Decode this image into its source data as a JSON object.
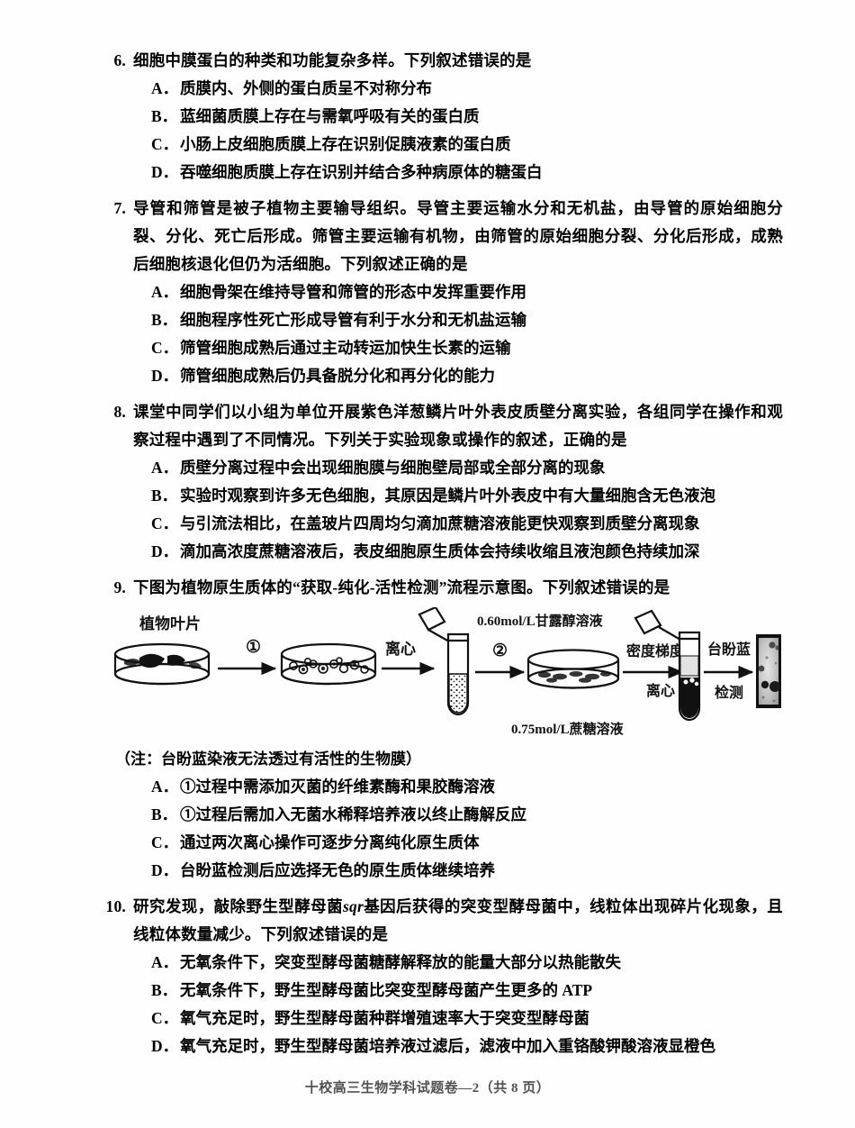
{
  "page": {
    "footer": "十校高三生物学科试题卷—2（共 8 页）"
  },
  "questions": [
    {
      "number": "6.",
      "stem": "细胞中膜蛋白的种类和功能复杂多样。下列叙述错误的是",
      "options": [
        {
          "letter": "A．",
          "text": "质膜内、外侧的蛋白质呈不对称分布"
        },
        {
          "letter": "B．",
          "text": "蓝细菌质膜上存在与需氧呼吸有关的蛋白质"
        },
        {
          "letter": "C．",
          "text": "小肠上皮细胞质膜上存在识别促胰液素的蛋白质"
        },
        {
          "letter": "D．",
          "text": "吞噬细胞质膜上存在识别并结合多种病原体的糖蛋白"
        }
      ]
    },
    {
      "number": "7.",
      "stem": "导管和筛管是被子植物主要输导组织。导管主要运输水分和无机盐，由导管的原始细胞分裂、分化、死亡后形成。筛管主要运输有机物，由筛管的原始细胞分裂、分化后形成，成熟后细胞核退化但仍为活细胞。下列叙述正确的是",
      "options": [
        {
          "letter": "A．",
          "text": "细胞骨架在维持导管和筛管的形态中发挥重要作用"
        },
        {
          "letter": "B．",
          "text": "细胞程序性死亡形成导管有利于水分和无机盐运输"
        },
        {
          "letter": "C．",
          "text": "筛管细胞成熟后通过主动转运加快生长素的运输"
        },
        {
          "letter": "D．",
          "text": "筛管细胞成熟后仍具备脱分化和再分化的能力"
        }
      ]
    },
    {
      "number": "8.",
      "stem": "课堂中同学们以小组为单位开展紫色洋葱鳞片叶外表皮质壁分离实验，各组同学在操作和观察过程中遇到了不同情况。下列关于实验现象或操作的叙述，正确的是",
      "options": [
        {
          "letter": "A．",
          "text": "质壁分离过程中会出现细胞膜与细胞壁局部或全部分离的现象"
        },
        {
          "letter": "B．",
          "text": "实验时观察到许多无色细胞，其原因是鳞片叶外表皮中有大量细胞含无色液泡"
        },
        {
          "letter": "C．",
          "text": "与引流法相比，在盖玻片四周均匀滴加蔗糖溶液能更快观察到质壁分离现象"
        },
        {
          "letter": "D．",
          "text": "滴加高浓度蔗糖溶液后，表皮细胞原生质体会持续收缩且液泡颜色持续加深"
        }
      ]
    },
    {
      "number": "9.",
      "stem": "下图为植物原生质体的“获取-纯化-活性检测”流程示意图。下列叙述错误的是",
      "note": "（注：台盼蓝染液无法透过有活性的生物膜）",
      "options": [
        {
          "letter": "A．",
          "text": "①过程中需添加灭菌的纤维素酶和果胶酶溶液"
        },
        {
          "letter": "B．",
          "text": "①过程后需加入无菌水稀释培养液以终止酶解反应"
        },
        {
          "letter": "C．",
          "text": "通过两次离心操作可逐步分离纯化原生质体"
        },
        {
          "letter": "D．",
          "text": "台盼蓝检测后应选择无色的原生质体继续培养"
        }
      ]
    },
    {
      "number": "10.",
      "stem_parts": {
        "before": "研究发现，敲除野生型酵母菌",
        "gene": "sqr",
        "after": "基因后获得的突变型酵母菌中，线粒体出现碎片化现象，且线粒体数量减少。下列叙述错误的是"
      },
      "options": [
        {
          "letter": "A．",
          "text": "无氧条件下，突变型酵母菌糖酵解释放的能量大部分以热能散失"
        },
        {
          "letter": "B．",
          "text": "无氧条件下，野生型酵母菌比突变型酵母菌产生更多的 ATP"
        },
        {
          "letter": "C．",
          "text": "氧气充足时，野生型酵母菌种群增殖速率大于突变型酵母菌"
        },
        {
          "letter": "D．",
          "text": "氧气充足时，野生型酵母菌培养液过滤后，滤液中加入重铬酸钾酸溶液显橙色"
        }
      ]
    }
  ],
  "figure": {
    "labels": {
      "plant_leaf": "植物叶片",
      "step1": "①",
      "centrifuge1": "离心",
      "step2": "②",
      "mannitol": "0.60mol/L甘露醇溶液",
      "sucrose": "0.75mol/L蔗糖溶液",
      "density_gradient": "密度梯度",
      "centrifuge2": "离心",
      "trypan_blue_1": "台盼蓝",
      "trypan_blue_2": "检测"
    },
    "colors": {
      "ink": "#111111",
      "micrograph_bg": "#c9c9c9"
    }
  }
}
